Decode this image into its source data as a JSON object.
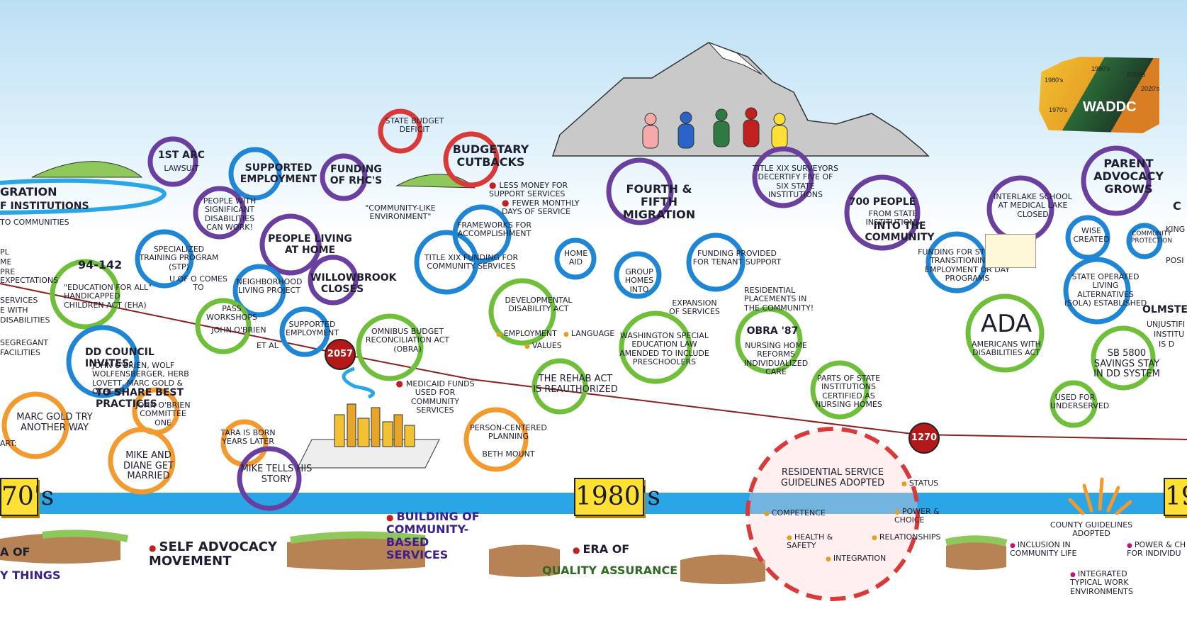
{
  "logo": {
    "text": "WADDC",
    "decades": [
      "1970's",
      "1980's",
      "1990's",
      "2010's",
      "2020's"
    ]
  },
  "timeline": {
    "decades": [
      "70's",
      "1980's",
      "19"
    ],
    "rates": [
      "2057",
      "1270"
    ]
  },
  "events": {
    "migration_title": "GRATION",
    "migration_sub": "F INSTITUTIONS",
    "migration_sub2": "TO COMMUNITIES",
    "left_partial1": "PL",
    "left_partial2": "ME",
    "left_partial3": "PRE EXPECTATIONS",
    "left_services": "SERVICES",
    "left_with": "E WITH",
    "left_disabilities": "DISABILITIES",
    "left_segregated": "SEGREGANT",
    "left_facilities": "FACILITIES",
    "left_art": "ART:",
    "first_arc": "1ST ARC",
    "first_arc_sub": "LAWSUIT",
    "supported_employment": "SUPPORTED EMPLOYMENT",
    "funding_rhcs": "FUNDING OF RHC'S",
    "rhcs_note": "\"COMMUNITY-LIKE ENVIRONMENT\"",
    "state_budget": "STATE BUDGET DEFICIT",
    "budgetary": "BUDGETARY CUTBACKS",
    "budget_note1": "LESS MONEY FOR SUPPORT SERVICES",
    "budget_note2": "FEWER MONTHLY DAYS OF SERVICE",
    "people_significant": "PEOPLE WITH SIGNIFICANT DISABILITIES CAN WORK!",
    "people_living": "PEOPLE LIVING AT HOME",
    "specialized": "SPECIALIZED TRAINING PROGRAM (STP)",
    "uofo": "U OF O COMES TO",
    "law_9414": "94-142",
    "education": "\"EDUCATION FOR ALL\" HANDICAPPED CHILDREN ACT (EHA)",
    "neighborhood": "NEIGHBORHOOD LIVING PROJECT",
    "willowbrook": "WILLOWBROOK CLOSES",
    "pass": "PASS WORKSHOPS",
    "pass_sub": "JOHN O'BRIEN",
    "supported_emp2": "SUPPORTED EMPLOYMENT",
    "et_al": "ET AL",
    "dd_council": "DD COUNCIL INVITES:",
    "dd_names": "JOHN O'BRIEN, WOLF WOLFENSBERGER, HERB LOVETT, MARC GOLD & OTHERS",
    "share": "TO SHARE BEST PRACTICES",
    "marc_gold": "MARC GOLD TRY ANOTHER WAY",
    "john_obrien": "JOHN O'BRIEN COMMITTEE ONE",
    "mike_diane": "MIKE and DIANE GET MARRIED",
    "tara": "TARA IS BORN YEARS LATER",
    "mike_tells": "MIKE TELLS HIS STORY",
    "frameworks": "FRAMEWORKS FOR ACCOMPLISHMENT",
    "title_xix_funding": "TITLE XIX FUNDING FOR COMMUNITY SERVICES",
    "home_aid": "HOME AID",
    "omnibus": "OMNIBUS BUDGET RECONCILIATION ACT (OBRA)",
    "medicaid": "MEDICAID FUNDS USED FOR COMMUNITY SERVICES",
    "dd_act": "DEVELOPMENTAL DISABILITY ACT",
    "dd_employment": "EMPLOYMENT",
    "dd_language": "LANGUAGE",
    "dd_values": "VALUES",
    "rehab": "THE REHAB ACT IS REAUTHORIZED",
    "person_centered": "PERSON-CENTERED PLANNING",
    "beth_mount": "BETH MOUNT",
    "fourth_fifth": "FOURTH & FIFTH MIGRATION",
    "title_xix_surveyors": "TITLE XIX SURVEYORS DECERTIFY FIVE OF SIX STATE INSTITUTIONS",
    "group_homes": "GROUP HOMES INTO",
    "funding_tenant": "FUNDING PROVIDED FOR TENANT SUPPORT",
    "residential_placements": "RESIDENTIAL PLACEMENTS IN THE COMMUNITY!",
    "expansion": "EXPANSION OF SERVICES",
    "washington": "WASHINGTON SPECIAL EDUCATION LAW AMENDED TO INCLUDE PRESCHOOLERS",
    "obra87": "OBRA '87",
    "obra87_sub": "NURSING HOME REFORMS INDIVIDUALIZED CARE",
    "parts_state": "PARTS OF STATE INSTITUTIONS CERTIFIED AS NURSING HOMES",
    "seven_hundred": "700 PEOPLE",
    "seven_hundred_sub": "FROM STATE INSTITUTIONS",
    "into_community": "INTO THE COMMUNITY",
    "interlake": "INTERLAKE SCHOOL AT MEDICAL LAKE CLOSED",
    "funding_students": "FUNDING FOR STUDENTS TRANSITIONING TO EMPLOYMENT OR DAY PROGRAMS",
    "parent_advocacy": "PARENT ADVOCACY GROWS",
    "wise": "WISE CREATED",
    "community_protection": "COMMUNITY PROTECTION",
    "sola": "STATE OPERATED LIVING ALTERNATIVES (SOLA) ESTABLISHED",
    "ada": "ADA",
    "ada_sub": "AMERICANS WITH DISABILITIES ACT",
    "olmstead": "OLMSTE",
    "olmstead_sub1": "UNJUSTIFI",
    "olmstead_sub2": "INSTITU",
    "olmstead_sub3": "IS D",
    "sb5800": "SB 5800 SAVINGS STAY IN DD SYSTEM",
    "used_for": "USED FOR UNDERSERVED",
    "right_c": "C",
    "right_king": "KING",
    "right_posi": "POSI",
    "residential_guidelines": "RESIDENTIAL SERVICE GUIDELINES ADOPTED",
    "rg_status": "STATUS",
    "rg_competence": "COMPETENCE",
    "rg_power": "POWER & CHOICE",
    "rg_health": "HEALTH & SAFETY",
    "rg_relationships": "RELATIONSHIPS",
    "rg_integration": "INTEGRATION",
    "county_guidelines": "COUNTY GUIDELINES ADOPTED",
    "inclusion": "INCLUSION IN COMMUNITY LIFE",
    "integrated": "INTEGRATED TYPICAL WORK ENVIRONMENTS",
    "power_choice_right": "POWER & CH FOR INDIVIDU",
    "self_advocacy": "SELF ADVOCACY MOVEMENT",
    "building": "BUILDING OF COMMUNITY-BASED SERVICES",
    "era": "ERA OF",
    "quality": "QUALITY ASSURANCE",
    "bottom_a_of": "A OF",
    "bottom_things": "Y THINGS"
  },
  "colors": {
    "river": "#2aa6e6",
    "rate_red": "#b51818",
    "decade_yellow": "#ffe033",
    "purple_ring": "#6a3fa0",
    "blue_ring": "#1f86d6",
    "green_ring": "#6fbf3a",
    "orange_ring": "#f29a2e",
    "red_ring": "#d83a3a"
  }
}
